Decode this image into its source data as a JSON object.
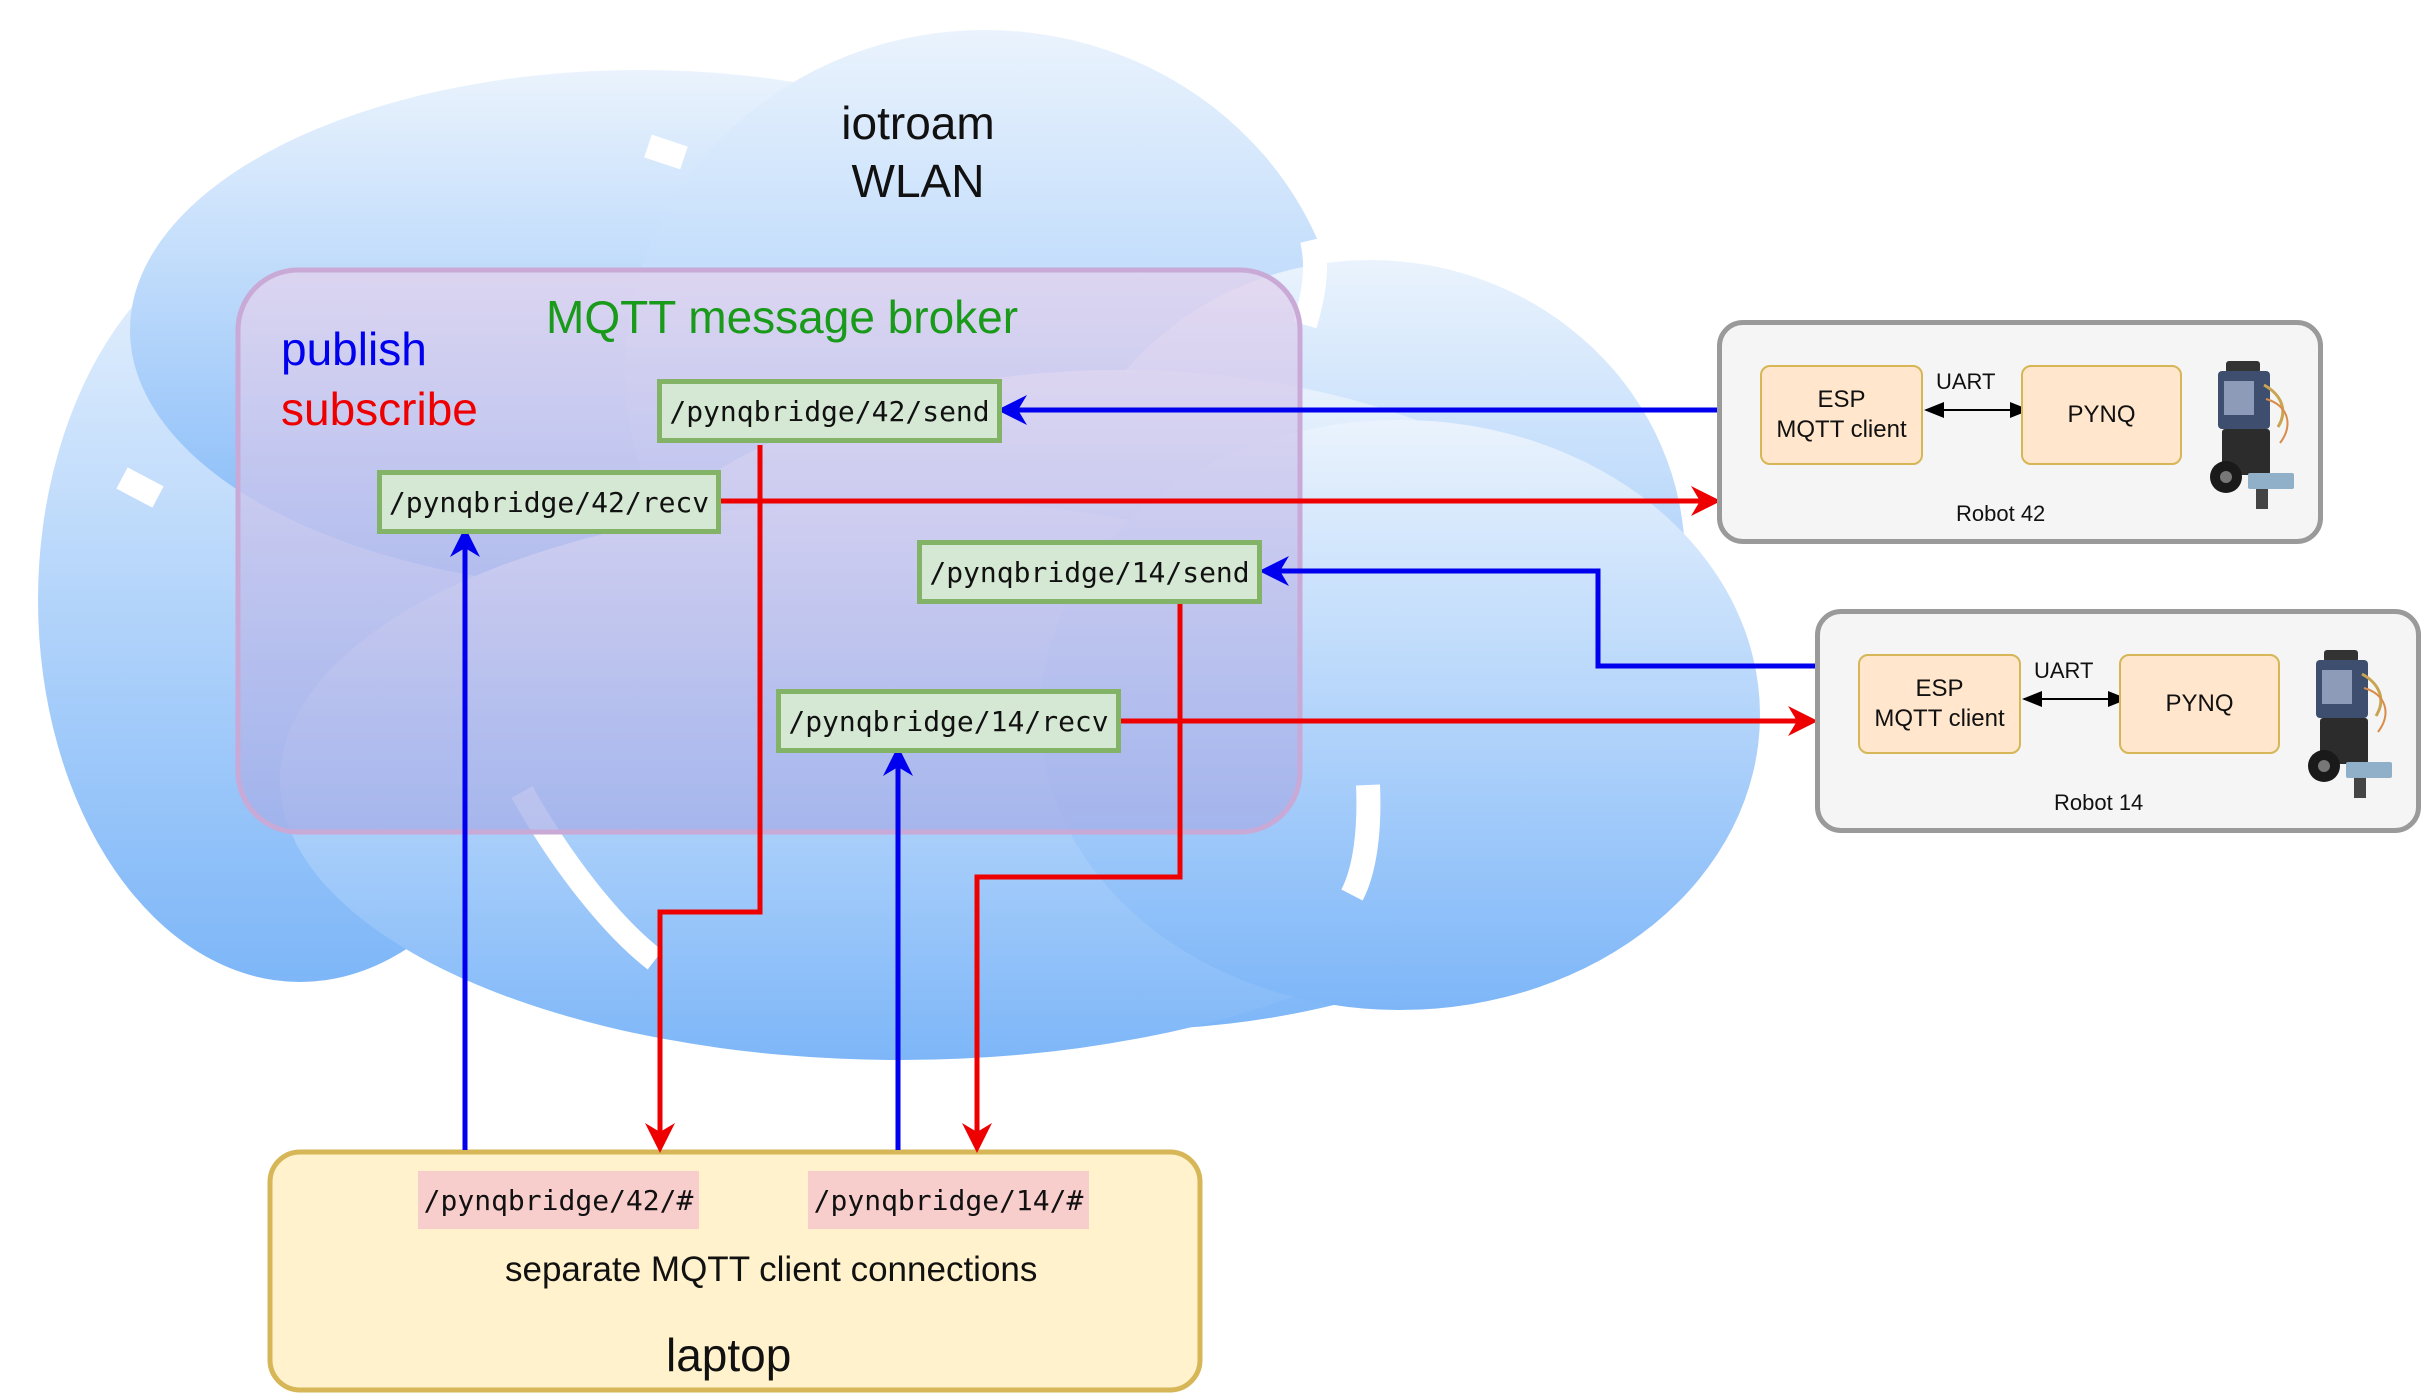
{
  "network": {
    "line1": "iotroam",
    "line2": "WLAN"
  },
  "broker": {
    "title": "MQTT message broker",
    "legend_publish": "publish",
    "legend_subscribe": "subscribe",
    "topics": {
      "send42": "/pynqbridge/42/send",
      "recv42": "/pynqbridge/42/recv",
      "send14": "/pynqbridge/14/send",
      "recv14": "/pynqbridge/14/recv"
    }
  },
  "laptop": {
    "label": "laptop",
    "caption": "separate MQTT client connections",
    "subscriptions": [
      "/pynqbridge/42/#",
      "/pynqbridge/14/#"
    ]
  },
  "robots": [
    {
      "name": "Robot 42",
      "esp_line1": "ESP",
      "esp_line2": "MQTT client",
      "link": "UART",
      "pynq": "PYNQ"
    },
    {
      "name": "Robot 14",
      "esp_line1": "ESP",
      "esp_line2": "MQTT client",
      "link": "UART",
      "pynq": "PYNQ"
    }
  ],
  "colors": {
    "publish": "#0000ee",
    "subscribe": "#ee0000",
    "broker_title": "#1a9a1a",
    "topic_fill": "#d5e8d4",
    "topic_border": "#82b366",
    "subscription_fill": "#f8cecc",
    "laptop_fill": "#fff2cc",
    "laptop_border": "#d6b656",
    "chip_fill": "#ffe6cc"
  },
  "icons": {
    "robot": "robot-photo-icon",
    "cloud": "cloud-shape"
  }
}
